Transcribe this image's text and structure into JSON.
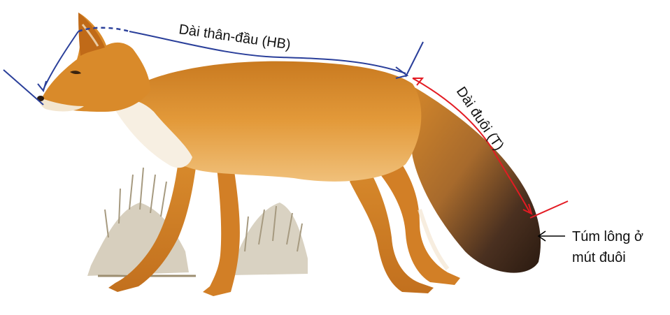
{
  "labels": {
    "head_body": "Dài thân-đầu (HB)",
    "tail": "Dài đuôi (T)",
    "tuft_line1": "Túm lông ở",
    "tuft_line2": "mút đuôi"
  },
  "colors": {
    "hb_line": "#2a3f9a",
    "tail_line": "#e31b23",
    "tuft_arrow": "#000000",
    "fur_orange": "#d98a2a",
    "fur_light": "#f1c27d",
    "fur_cream": "#f7efe2",
    "tail_tip": "#3a2616",
    "grass": "#b8ad95"
  },
  "illustration": {
    "subject": "fox-like canid (dhole) side view"
  }
}
